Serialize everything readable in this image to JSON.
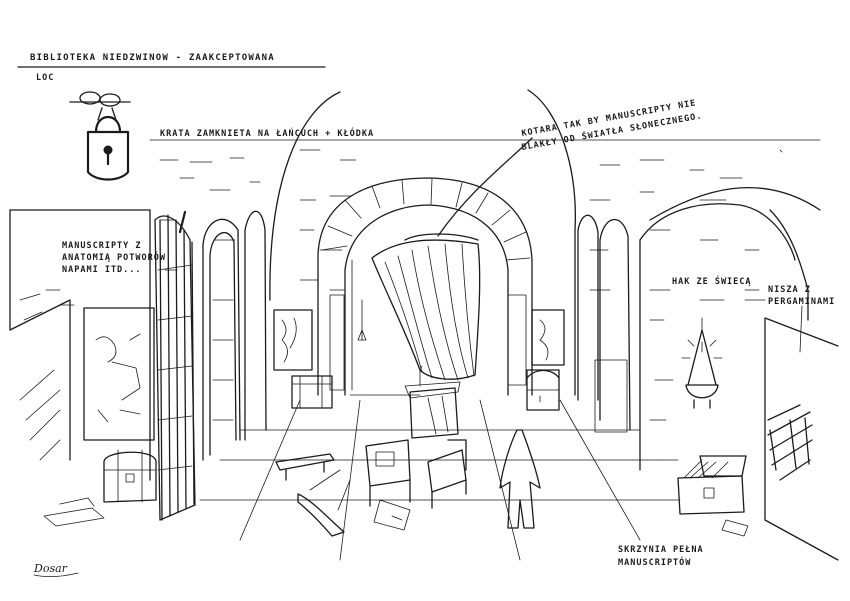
{
  "sheet": {
    "title": "BIBLIOTEKA NIEDZWINOW - ZAAKCEPTOWANA",
    "subtitle": "LOC",
    "signature": "Dosar"
  },
  "notes": {
    "grate": "KRATA ZAMKNIETA NA ŁAŃCUCH + KŁÓDKA",
    "curtain_line1": "KOTARA TAK BY MANUSCRIPTY NIE",
    "curtain_line2": "BLAKŁY OD ŚWIATŁA SŁONECZNEGO.",
    "wall_line1": "MANUSCRIPTY Z",
    "wall_line2": "ANATOMIĄ POTWORÓW",
    "wall_line3": "NAPAMI ITD...",
    "candle_hook": "HAK ZE ŚWIECĄ",
    "niche_line1": "NISZA Z",
    "niche_line2": "PERGAMINAMI",
    "chest_line1": "SKRZYNIA PEŁNA",
    "chest_line2": "MANUSCRIPTÓW"
  },
  "icons": [
    "padlock-icon",
    "chain-icon",
    "candle-hook-icon",
    "human-scale-figure-icon"
  ],
  "colors": {
    "ink": "#1b1b1b",
    "paper": "#ffffff"
  }
}
